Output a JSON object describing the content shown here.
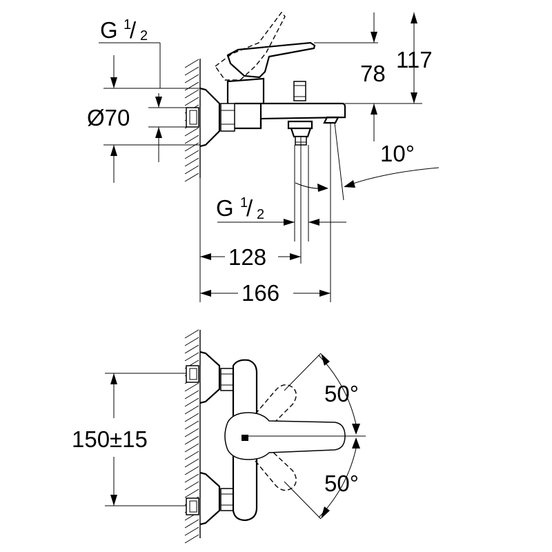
{
  "side_view": {
    "connection_thread_top": {
      "main": "G",
      "num": "1",
      "den": "2"
    },
    "connection_thread_bottom": {
      "main": "G",
      "num": "1",
      "den": "2"
    },
    "diameter_label": "Ø70",
    "height_spout_label": "78",
    "height_total_label": "117",
    "angle_label": "10°",
    "depth_outlet_label": "128",
    "depth_total_label": "166"
  },
  "top_view": {
    "center_distance_label": "150±15",
    "angle_upper_label": "50°",
    "angle_lower_label": "50°"
  }
}
